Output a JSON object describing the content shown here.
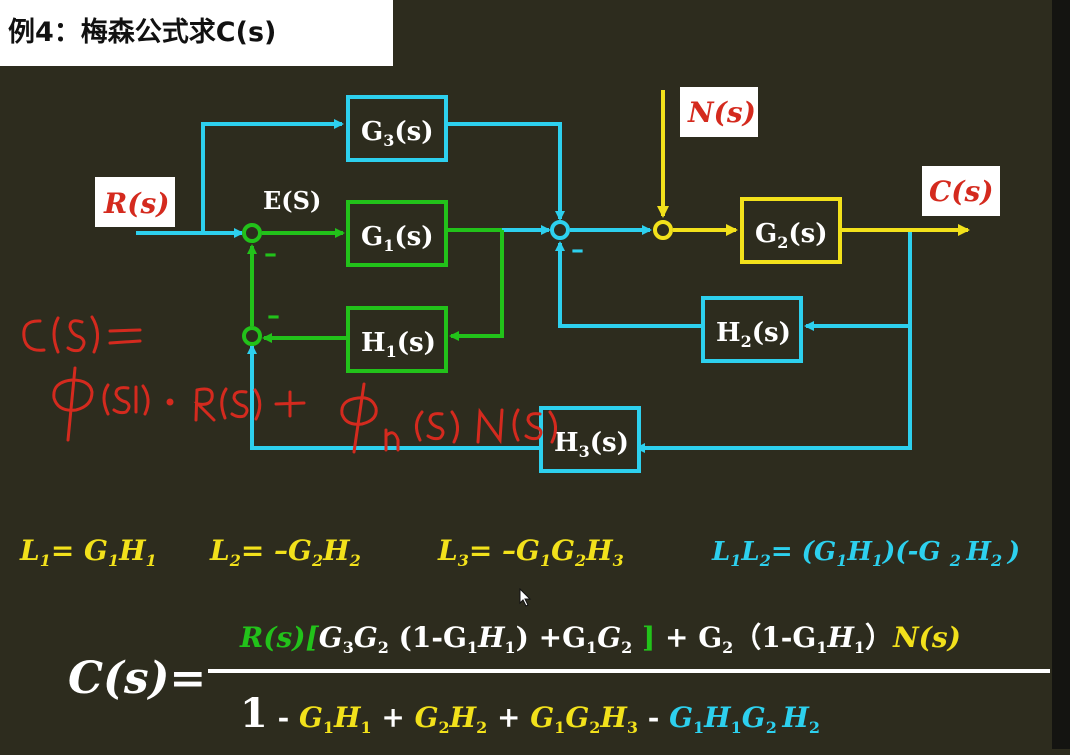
{
  "title": "例4：梅森公式求C(s)",
  "diagram": {
    "input_label": "R(s)",
    "error_label": "E(S)",
    "disturbance_label": "N(s)",
    "output_label": "C(s)",
    "blocks": {
      "g3": {
        "name": "G",
        "sub": "3",
        "arg": "(s)"
      },
      "g1": {
        "name": "G",
        "sub": "1",
        "arg": "(s)"
      },
      "g2": {
        "name": "G",
        "sub": "2",
        "arg": "(s)"
      },
      "h1": {
        "name": "H",
        "sub": "1",
        "arg": "(s)"
      },
      "h2": {
        "name": "H",
        "sub": "2",
        "arg": "(s)"
      },
      "h3": {
        "name": "H",
        "sub": "3",
        "arg": "(s)"
      }
    },
    "minus_sign": "–"
  },
  "colors": {
    "cyan": "#2dd0ee",
    "green": "#22c21a",
    "yellow": "#f2e11b",
    "red": "#d42a1e",
    "white": "#ffffff",
    "background": "#2d2c1e"
  },
  "handwriting": "C(s)= Φ(s)·R(s)+ Φn(s)N(s)",
  "loops": {
    "l1": "L1= G1H1",
    "l2": "L2= –G2H2",
    "l3": "L3= –G1G2H3",
    "l1l2": "L1L2= (G1H1)(-G 2 H2 )"
  },
  "formula": {
    "lhs": "C(s)=",
    "numerator": "R(s)[G3G2 (1-G1H1) +G1G2 ] + G2（1-G1H1）N(s)",
    "denominator": "1 - G1H1 + G2H2 + G1G2H3 - G1H1G2 H2"
  }
}
